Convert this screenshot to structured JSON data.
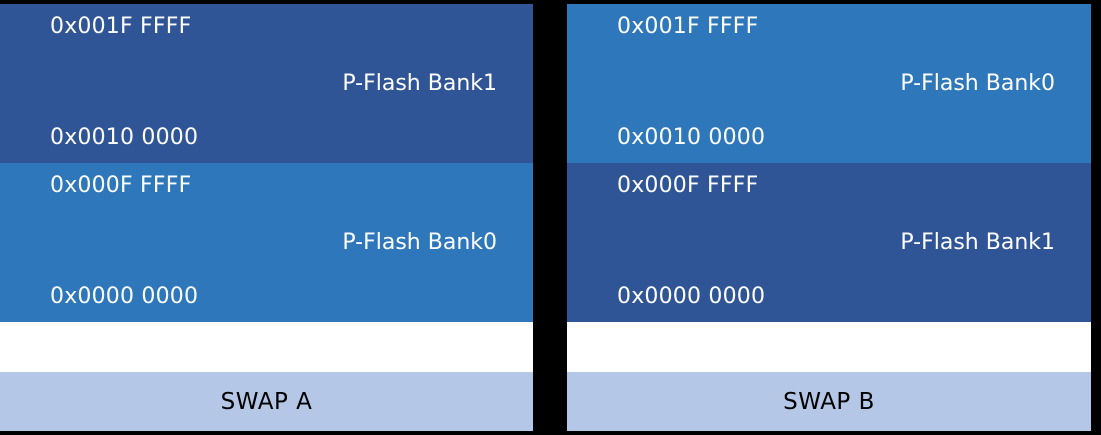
{
  "colors": {
    "background": "#000000",
    "bank_dark": "#2f5596",
    "bank_light": "#2e77bb",
    "spacer": "#ffffff",
    "swap_bar": "#b4c7e7",
    "address_text": "#ffffff",
    "swap_text": "#000000"
  },
  "panels": [
    {
      "id": "swap-a",
      "caption": "SWAP A",
      "banks": [
        {
          "position": "upper",
          "top_address": "0x001F FFFF",
          "bottom_address": "0x0010 0000",
          "label": "P-Flash Bank1",
          "fill": "#2f5596"
        },
        {
          "position": "lower",
          "top_address": "0x000F FFFF",
          "bottom_address": "0x0000 0000",
          "label": "P-Flash Bank0",
          "fill": "#2e77bb"
        }
      ]
    },
    {
      "id": "swap-b",
      "caption": "SWAP B",
      "banks": [
        {
          "position": "upper",
          "top_address": "0x001F FFFF",
          "bottom_address": "0x0010 0000",
          "label": "P-Flash Bank0",
          "fill": "#2e77bb"
        },
        {
          "position": "lower",
          "top_address": "0x000F FFFF",
          "bottom_address": "0x0000 0000",
          "label": "P-Flash Bank1",
          "fill": "#2f5596"
        }
      ]
    }
  ]
}
